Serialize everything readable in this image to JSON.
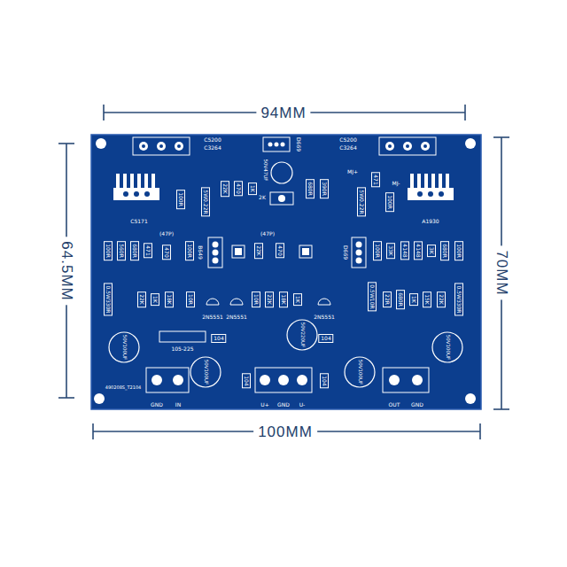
{
  "diagram": {
    "labels": [
      "94MM",
      "64.5MM",
      "70MM",
      "100MM",
      "C5200",
      "C3264",
      "D669",
      "C5200",
      "C3264",
      "50V47UF",
      "2K",
      "100R",
      "C5171",
      "5W0.22R",
      "22K",
      "470",
      "1K",
      "680R",
      "390R",
      "MJ+",
      "5W0.22R",
      "471",
      "MJ-",
      "100R",
      "A1930",
      "100R",
      "560R",
      "680R",
      "471",
      "(47P)",
      "470",
      "100R",
      "B649",
      "22K",
      "(47P)",
      "470",
      "D669",
      "100R",
      "33K",
      "4148",
      "4148",
      "3K",
      "680R",
      "100R",
      "0.5W330R",
      "22K",
      "1K",
      "18K",
      "10R",
      "2N5551",
      "2N5551",
      "10R",
      "22K",
      "18K",
      "1K",
      "2N5551",
      "0.5W10R",
      "22R",
      "680R",
      "1K",
      "15K",
      "22K",
      "0.5W330R",
      "50V100UF",
      "105-225",
      "104",
      "50V220UF",
      "104",
      "50V100UF",
      "50V100UF",
      "104",
      "104",
      "50V100UF",
      "490208S_T2104",
      "GND",
      "IN",
      "U+",
      "GND",
      "U-",
      "OUT",
      "GND"
    ]
  }
}
